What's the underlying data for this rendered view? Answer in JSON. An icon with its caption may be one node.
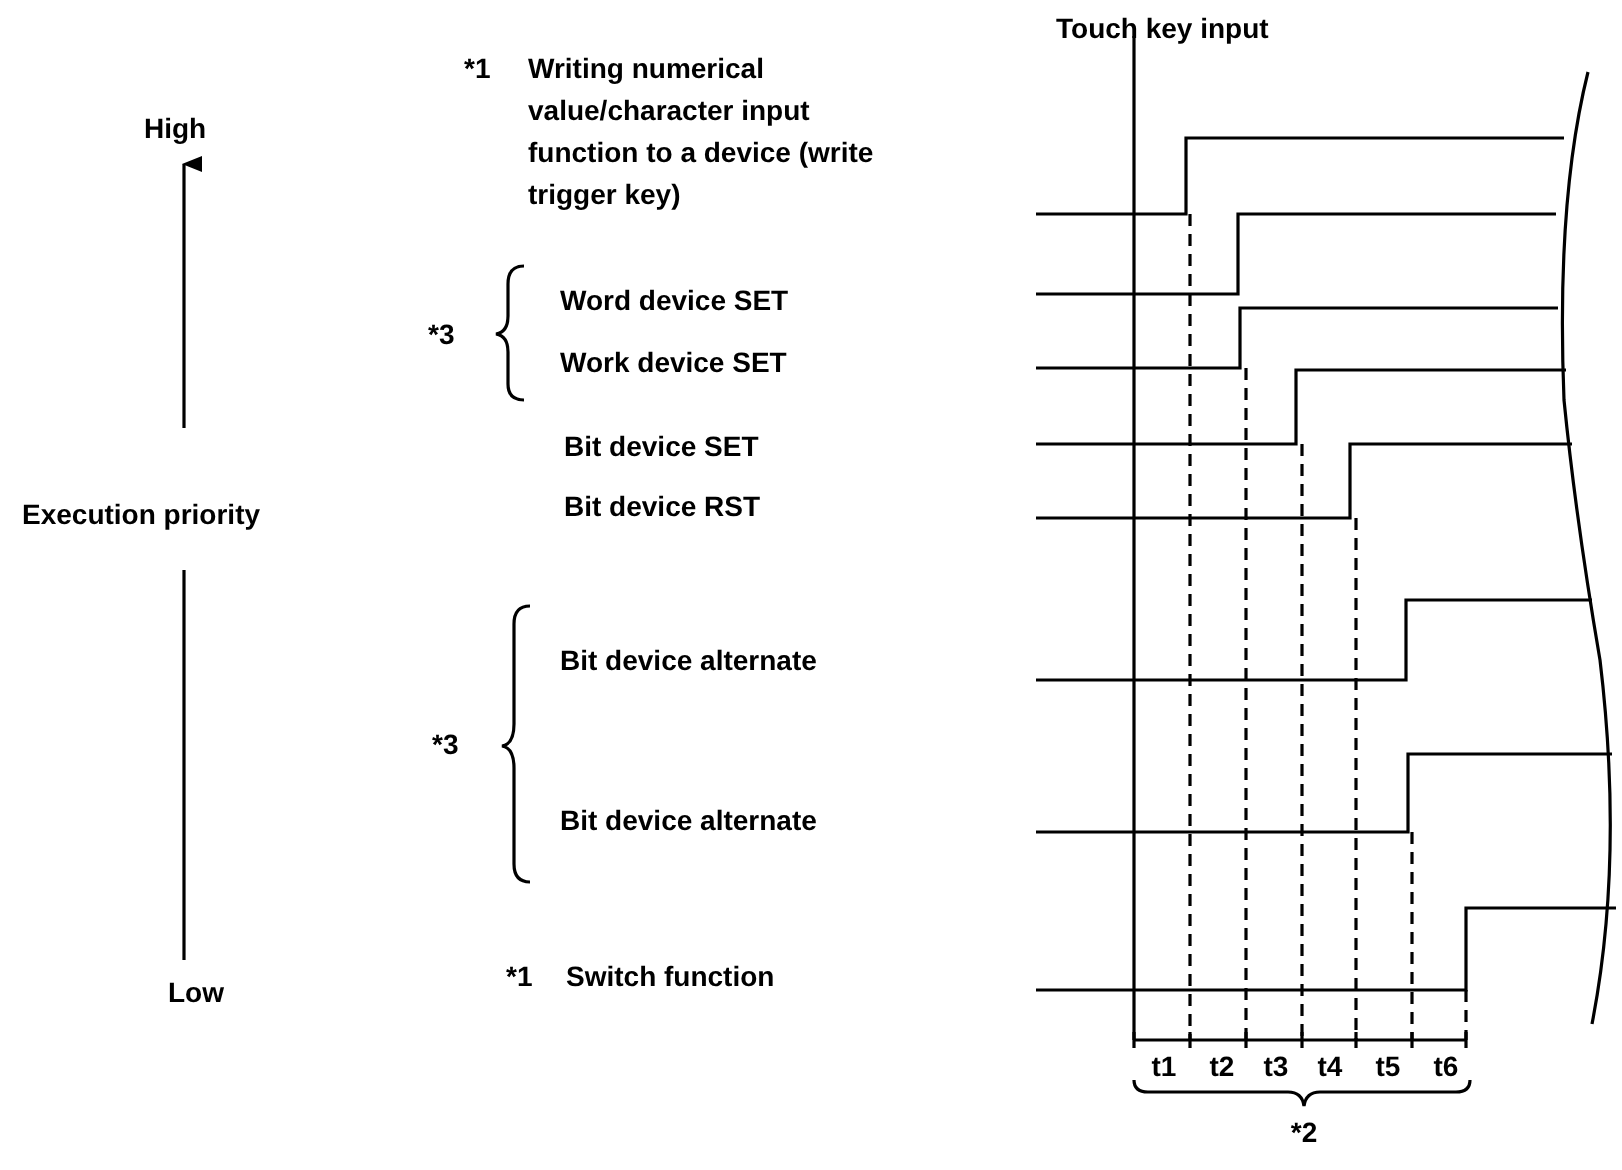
{
  "diagram": {
    "labels": [
      "Touch key input",
      "*1",
      "Writing numerical value/character input function to a device (write trigger key)",
      "High",
      "*3",
      "Word device SET",
      "Work device SET",
      "Bit device SET",
      "Execution priority",
      "Bit device RST",
      "Bit device alternate",
      "*3",
      "Bit device alternate",
      "Low",
      "*1",
      "Switch function",
      "t1",
      "t2",
      "t3",
      "t4",
      "t5",
      "t6",
      "*2"
    ]
  }
}
